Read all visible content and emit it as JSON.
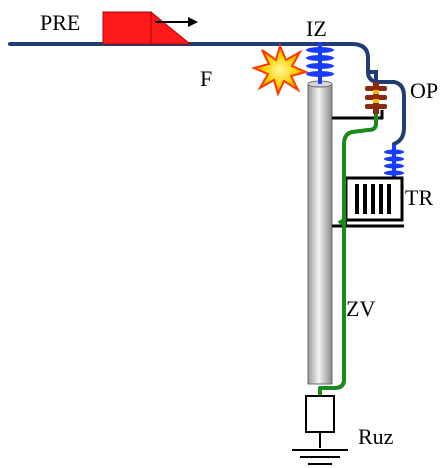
{
  "labels": {
    "pre": "PRE",
    "iz": "IZ",
    "f": "F",
    "op": "OP",
    "tr": "TR",
    "zv": "ZV",
    "ruz": "Ruz"
  },
  "icons": {
    "pre_marker": "red-wedge-with-arrow",
    "fault": "explosion-star",
    "insulator": "blue-disc-insulator",
    "surge_arrester": "brown-disc-arrester",
    "transformer": "transformer-box",
    "resistor": "resistor-box",
    "ground": "ground-symbol"
  },
  "colors": {
    "line": "#1f3d73",
    "ground_wire": "#1a8a1a",
    "marker": "#ff1a1a",
    "insulator": "#1a3cff",
    "arrester": "#8b2a10",
    "fault_fill": "#ffd400",
    "fault_stroke": "#ff3a00",
    "pole_light": "#eeeeee",
    "pole_dark": "#8a8a8a",
    "text": "#000000"
  }
}
